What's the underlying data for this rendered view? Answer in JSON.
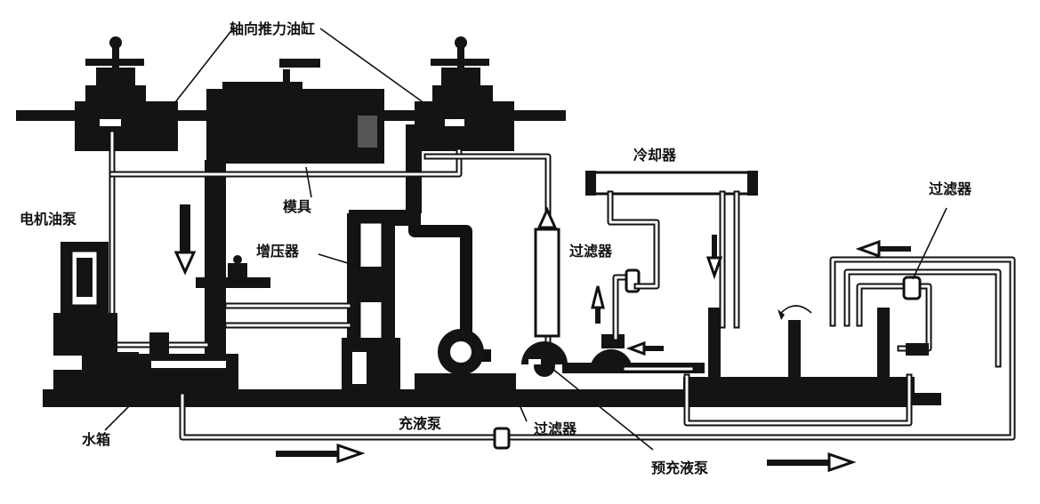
{
  "labels": {
    "axial_cylinder": "轴向推力油缸",
    "mold": "模具",
    "motor_pump": "电机油泵",
    "booster": "增压器",
    "cooler": "冷却器",
    "filter_mid": "过滤器",
    "filter_right": "过滤器",
    "water_tank": "水箱",
    "fill_pump": "充液泵",
    "filter_bottom": "过滤器",
    "prefill_pump": "预充液泵"
  }
}
